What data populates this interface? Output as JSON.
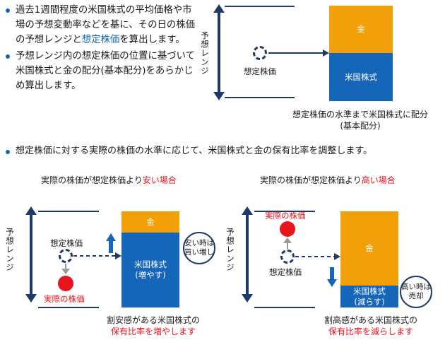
{
  "bullets_top": [
    {
      "part1": "過去1週間程度の米国株式の平均価格や市場の予想変動率などを基に、その日の株価の予想レンジと",
      "highlight": "想定株価",
      "part2": "を算出します。"
    },
    {
      "text": "予想レンジ内の想定株価の位置に基づいて米国株式と金の配分(基本配分)をあらかじめ算出します。"
    }
  ],
  "top_diagram": {
    "range_label": "予想レンジ",
    "assumed_price_label": "想定株価",
    "gold_label": "金",
    "us_stock_label": "米国株式",
    "caption_line1": "想定株価の水準まで米国株式に配分",
    "caption_line2": "(基本配分)"
  },
  "middle_bullet": "想定株価に対する実際の株価の水準に応じて、米国株式と金の保有比率を調整します。",
  "left_panel": {
    "title_prefix": "実際の株価が想定株価より",
    "title_highlight": "安い場合",
    "range_label": "予想レンジ",
    "assumed_price_label": "想定株価",
    "actual_price_label": "実際の株価",
    "gold_label": "金",
    "us_stock_line1": "米国株式",
    "us_stock_line2": "(増やす)",
    "note_line1": "安い時は",
    "note_line2": "買い増し",
    "caption_line1": "割安感がある米国株式の",
    "caption_line2": "保有比率を増やします"
  },
  "right_panel": {
    "title_prefix": "実際の株価が想定株価より",
    "title_highlight": "高い場合",
    "range_label": "予想レンジ",
    "assumed_price_label": "想定株価",
    "actual_price_label": "実際の株価",
    "gold_label": "金",
    "us_stock_line1": "米国株式",
    "us_stock_line2": "(減らす)",
    "note_line1": "高い時は",
    "note_line2": "売却",
    "caption_line1": "割高感がある米国株式の",
    "caption_line2": "保有比率を減らします"
  },
  "colors": {
    "navy": "#1f3a66",
    "blue": "#1565b8",
    "gold": "#f2a00a",
    "red": "#e8141c"
  }
}
